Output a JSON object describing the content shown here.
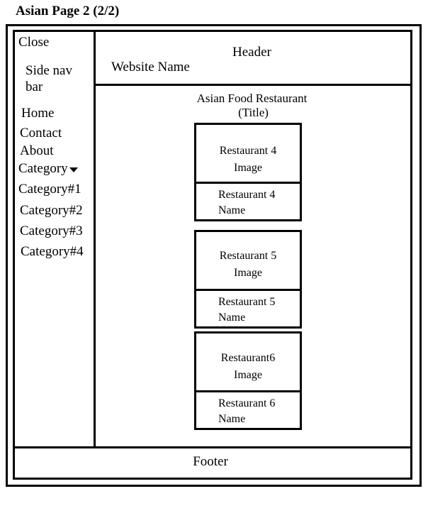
{
  "page_title": "Asian Page 2 (2/2)",
  "sidenav": {
    "close": "Close",
    "label_line1": "Side nav",
    "label_line2": "bar",
    "items": [
      "Home",
      "Contact",
      "About"
    ],
    "category": "Category",
    "categories": [
      "Category#1",
      "Category#2",
      "Category#3",
      "Category#4"
    ]
  },
  "header": {
    "label": "Header",
    "website_name": "Website Name"
  },
  "main": {
    "title_line1": "Asian Food Restaurant",
    "title_line2": "(Title)",
    "cards": [
      {
        "image_line1": "Restaurant 4",
        "image_line2": "Image",
        "name_line1": "Restaurant 4",
        "name_line2": "Name"
      },
      {
        "image_line1": "Restaurant 5",
        "image_line2": "Image",
        "name_line1": "Restaurant 5",
        "name_line2": "Name"
      },
      {
        "image_line1": "Restaurant6",
        "image_line2": "Image",
        "name_line1": "Restaurant 6",
        "name_line2": "Name"
      }
    ]
  },
  "footer": {
    "label": "Footer"
  }
}
